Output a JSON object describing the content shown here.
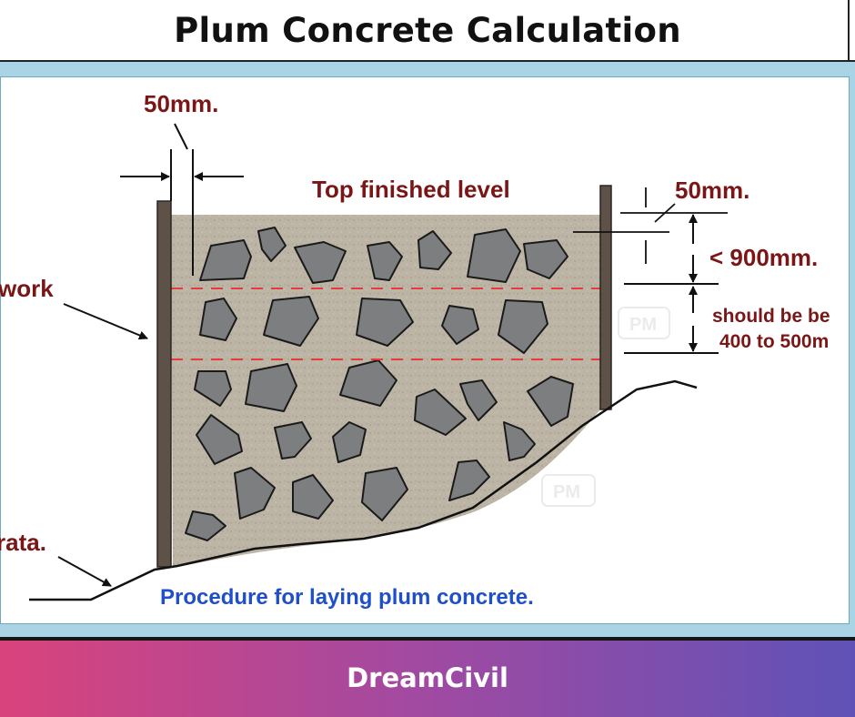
{
  "title": "Plum Concrete Calculation",
  "diagram": {
    "labels": {
      "gap_left": "50mm.",
      "top_level": "Top finished level",
      "gap_right": "50mm.",
      "max_layer": "< 900mm.",
      "layer_note_1": "should be be",
      "layer_note_2": "400 to 500m",
      "formwork": "work",
      "strata": "rata.",
      "caption": "Procedure for laying plum concrete."
    },
    "watermark": "PM",
    "colors": {
      "label": "#7a1616",
      "caption": "#1f4fc9",
      "concrete": "#bcb5a6",
      "stone": "#7d7e80",
      "dashed_line": "#e83a3a",
      "shutter": "#5e5148"
    }
  },
  "footer": {
    "brand": "DreamCivil"
  }
}
